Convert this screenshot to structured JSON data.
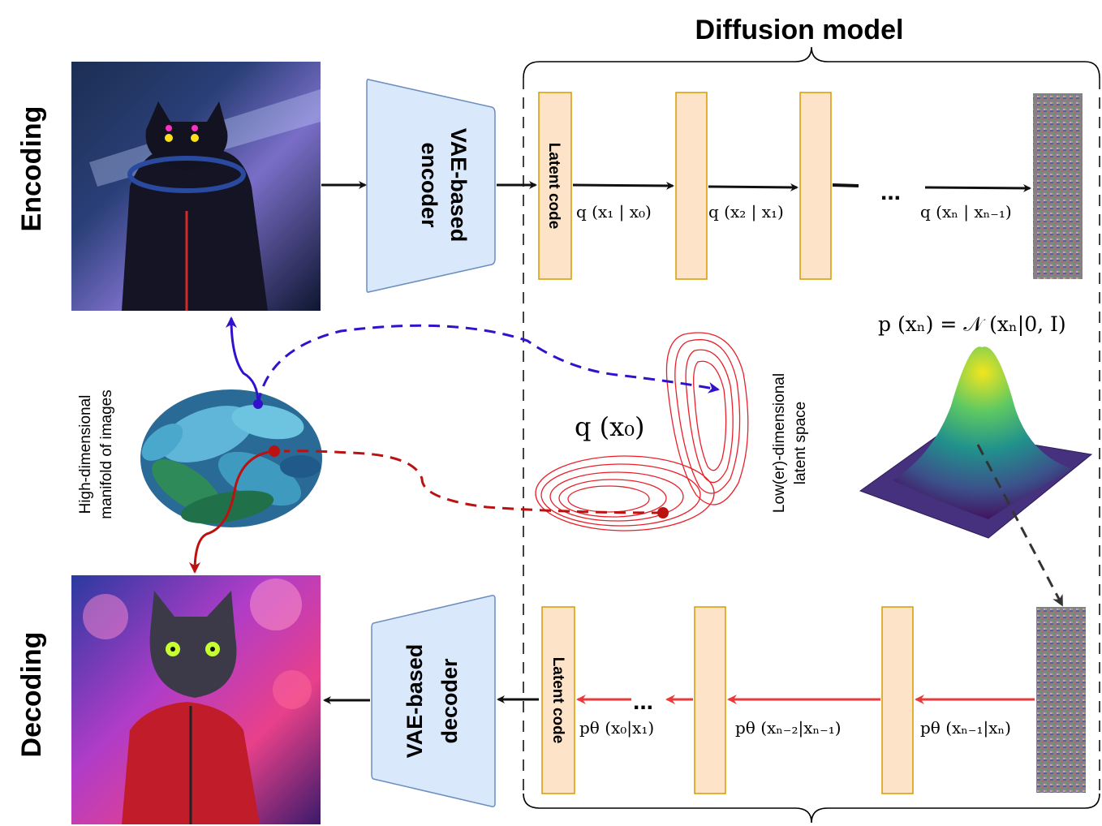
{
  "title": "Diffusion model",
  "side_labels": {
    "encoding": "Encoding",
    "decoding": "Decoding"
  },
  "encoder_label": [
    "VAE-based",
    "encoder"
  ],
  "decoder_label": [
    "VAE-based",
    "decoder"
  ],
  "latent_code_label": "Latent code",
  "forward_transitions": [
    "q (x₁ | x₀)",
    "q (x₂ | x₁)",
    "q (xₙ | xₙ₋₁)"
  ],
  "reverse_transitions": [
    "pθ (x₀|x₁)",
    "pθ (xₙ₋₂|xₙ₋₁)",
    "pθ (xₙ₋₁|xₙ)"
  ],
  "ellipsis": "...",
  "prior_formula": "p (xₙ) = 𝒩 (xₙ|0, I)",
  "latent_distribution_label": "q (x₀)",
  "manifold_label": [
    "High-dimensional",
    "manifold of images"
  ],
  "latent_space_label": [
    "Low(er)-dimensional",
    "latent space"
  ],
  "colors": {
    "block_fill": "#fde3c8",
    "block_stroke": "#d79b00",
    "vae_fill": "#dae8fc",
    "vae_stroke": "#6c8ebf",
    "forward_arrow": "#111111",
    "reverse_arrow": "#e83a3a",
    "blue_path": "#3311cc",
    "red_path": "#bb1111",
    "attractor": "#e8202a"
  }
}
